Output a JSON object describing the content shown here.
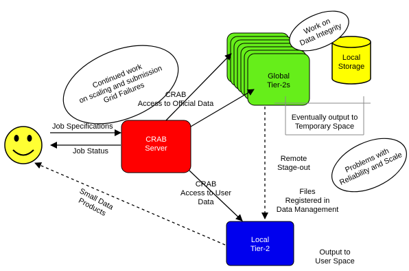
{
  "nodes": {
    "crab_server": {
      "label_lines": [
        "CRAB",
        "Server"
      ],
      "color": "#ff0000"
    },
    "global_tier2": {
      "label_lines": [
        "Global",
        "Tier-2s"
      ],
      "color": "#66ee1a"
    },
    "local_tier2": {
      "label_lines": [
        "Local",
        "Tier-2"
      ],
      "color": "#0000ee"
    },
    "local_storage": {
      "label_lines": [
        "Local",
        "Storage"
      ],
      "color": "#ffff00"
    },
    "user": {
      "icon": "smiley-face-icon",
      "color": "#ffff33"
    }
  },
  "edges": {
    "job_specifications": "Job Specifications",
    "job_status": "Job Status",
    "crab_official": [
      "CRAB",
      "Access to Official Data"
    ],
    "crab_user": [
      "CRAB",
      "Access to User",
      "Data"
    ],
    "small_data": [
      "Small Data",
      "Products"
    ],
    "remote_stageout": [
      "Remote",
      "Stage-out"
    ],
    "files_registered": [
      "Files",
      "Registered in",
      "Data Management"
    ],
    "eventually_output": [
      "Eventually output to",
      "Temporary Space"
    ],
    "output_user": [
      "Output to",
      "User Space"
    ]
  },
  "notes": {
    "continued_work": [
      "Continued work",
      "on scaling and submission",
      "Grid Failures"
    ],
    "data_integrity": [
      "Work on",
      "Data Integrity"
    ],
    "reliability": [
      "Problems with",
      "Reliability and Scale"
    ]
  }
}
